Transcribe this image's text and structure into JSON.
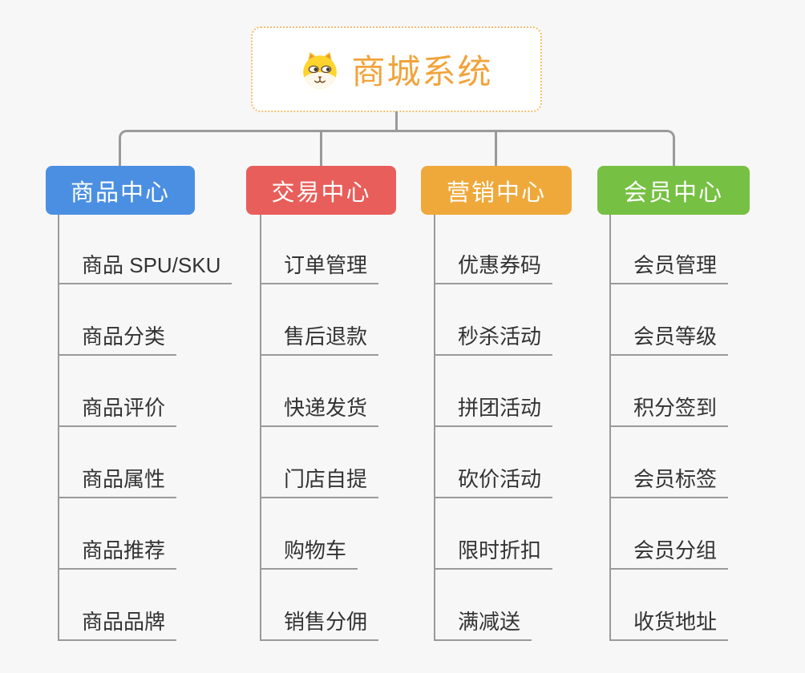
{
  "page": {
    "background": "#f7f7f7",
    "connector_color": "#9a9a9a"
  },
  "root": {
    "title": "商城系统",
    "icon": "dog-face-icon",
    "text_color": "#f0a43c",
    "border_color": "#f3be6b"
  },
  "branches": [
    {
      "label": "商品中心",
      "color": "#4b8fe2",
      "children": [
        "商品 SPU/SKU",
        "商品分类",
        "商品评价",
        "商品属性",
        "商品推荐",
        "商品品牌"
      ]
    },
    {
      "label": "交易中心",
      "color": "#e85e5a",
      "children": [
        "订单管理",
        "售后退款",
        "快递发货",
        "门店自提",
        "购物车",
        "销售分佣"
      ]
    },
    {
      "label": "营销中心",
      "color": "#efa93b",
      "children": [
        "优惠券码",
        "秒杀活动",
        "拼团活动",
        "砍价活动",
        "限时折扣",
        "满减送"
      ]
    },
    {
      "label": "会员中心",
      "color": "#76c043",
      "children": [
        "会员管理",
        "会员等级",
        "积分签到",
        "会员标签",
        "会员分组",
        "收货地址"
      ]
    }
  ]
}
